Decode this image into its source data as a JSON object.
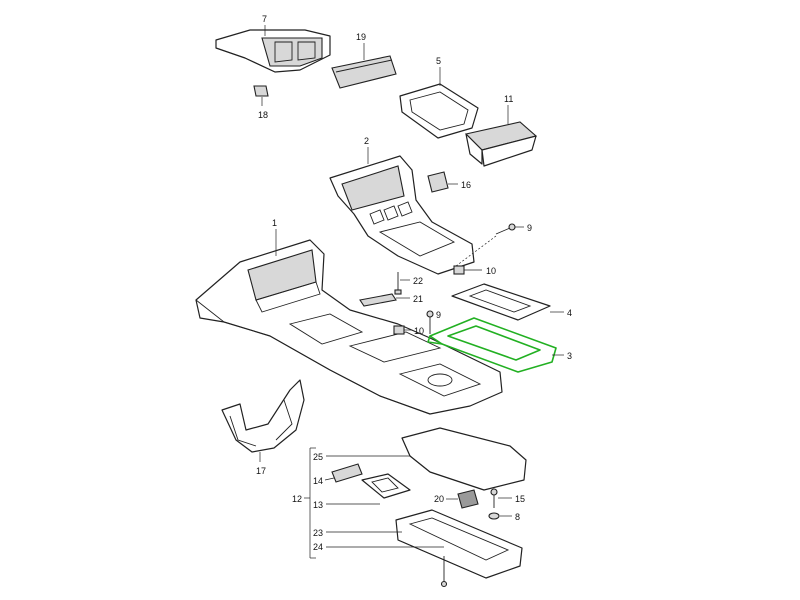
{
  "callouts": {
    "c1": "1",
    "c2": "2",
    "c3": "3",
    "c4": "4",
    "c5": "5",
    "c7": "7",
    "c8": "8",
    "c9a": "9",
    "c9b": "9",
    "c10a": "10",
    "c10b": "10",
    "c11": "11",
    "c12": "12",
    "c13": "13",
    "c14": "14",
    "c15": "15",
    "c16": "16",
    "c17": "17",
    "c18": "18",
    "c19": "19",
    "c20": "20",
    "c21": "21",
    "c22": "22",
    "c23": "23",
    "c24": "24",
    "c25": "25"
  },
  "colors": {
    "highlight": "#22b022",
    "line": "#222222",
    "background": "#ffffff"
  }
}
